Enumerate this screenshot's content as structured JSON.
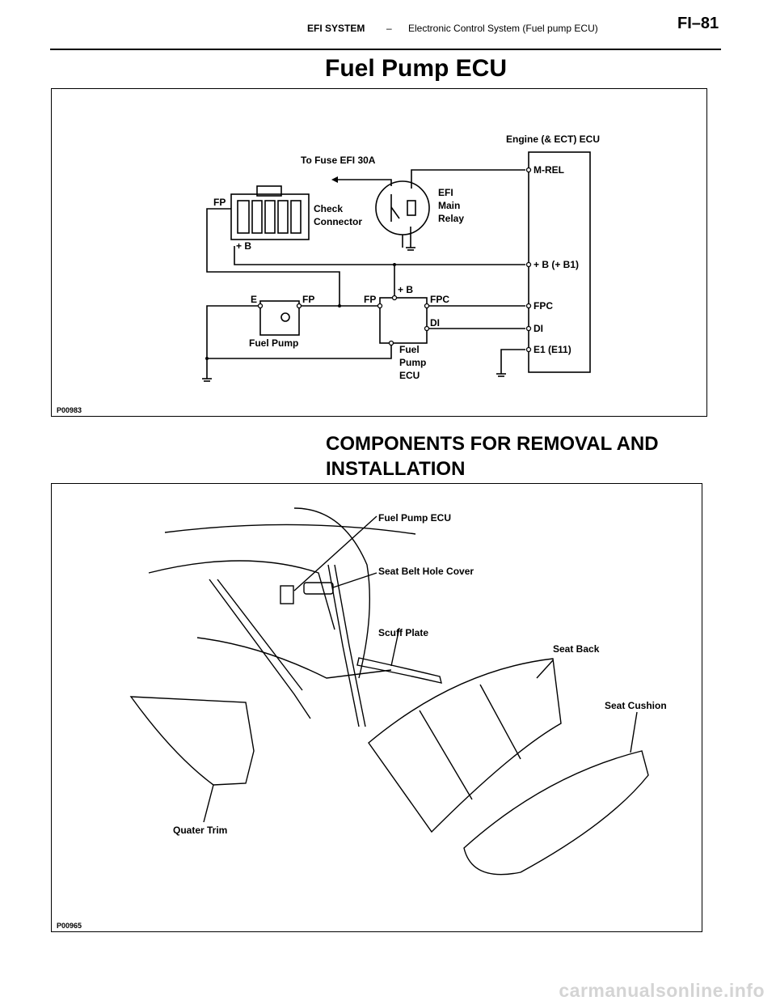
{
  "header": {
    "section": "EFI SYSTEM",
    "separator": "–",
    "subtitle": "Electronic Control System (Fuel pump ECU)",
    "page": "FI–81"
  },
  "title": "Fuel Pump ECU",
  "figure1": {
    "id": "P00983",
    "labels": {
      "engine_ecu": "Engine (& ECT) ECU",
      "to_fuse": "To Fuse EFI 30A",
      "m_rel": "M-REL",
      "fp_connector": "FP",
      "check": "Check",
      "connector": "Connector",
      "plus_b_connector": "+ B",
      "efi": "EFI",
      "main": "Main",
      "relay": "Relay",
      "plus_b_b1": "+ B (+ B1)",
      "plus_b_ecu": "+ B",
      "e": "E",
      "fp_pump": "FP",
      "fp_ecu": "FP",
      "fpc": "FPC",
      "fpc_engine": "FPC",
      "di": "DI",
      "di_engine": "DI",
      "e1": "E1 (E11)",
      "fuel_pump": "Fuel Pump",
      "fuel": "Fuel",
      "pump": "Pump",
      "ecu": "ECU"
    }
  },
  "heading2": "COMPONENTS FOR REMOVAL AND INSTALLATION",
  "figure2": {
    "id": "P00965",
    "labels": {
      "fuel_pump_ecu": "Fuel Pump ECU",
      "seat_belt_hole_cover": "Seat Belt Hole Cover",
      "scuff_plate": "Scuff Plate",
      "seat_back": "Seat Back",
      "seat_cushion": "Seat Cushion",
      "quater_trim": "Quater Trim"
    }
  },
  "watermark": "carmanualsonline.info"
}
